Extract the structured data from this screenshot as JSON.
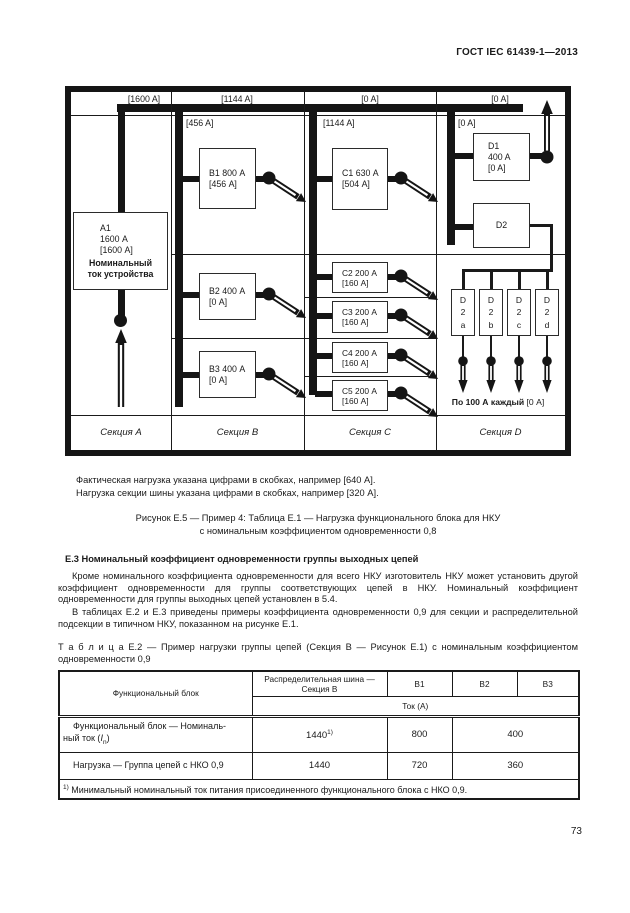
{
  "header": {
    "title": "ГОСТ IEC 61439-1—2013"
  },
  "diagram": {
    "top_labels": {
      "a": "[1600 A]",
      "b": "[1144 A]",
      "c": "[0 A]",
      "d": "[0 A]"
    },
    "sub_labels": {
      "b": "[456 A]",
      "c": "[1144 A]",
      "d": "[0 A]"
    },
    "incomer": {
      "id": "А1",
      "rating": "1600 А",
      "load": "[1600 А]",
      "note1": "Номинальный",
      "note2": "ток устройства"
    },
    "b1": {
      "title": "В1 800 А",
      "load": "[456 А]"
    },
    "b2": {
      "title": "В2 400 А",
      "load": "[0 А]"
    },
    "b3": {
      "title": "В3 400 А",
      "load": "[0 А]"
    },
    "c1": {
      "title": "С1 630 А",
      "load": "[504 А]"
    },
    "c2": {
      "title": "С2 200 А",
      "load": "[160 А]"
    },
    "c3": {
      "title": "С3 200 А",
      "load": "[160 А]"
    },
    "c4": {
      "title": "С4 200 А",
      "load": "[160 А]"
    },
    "c5": {
      "title": "С5 200 А",
      "load": "[160 А]"
    },
    "d1": {
      "l1": "D1",
      "l2": "400 A",
      "l3": "[0 A]"
    },
    "d2": {
      "label": "D2"
    },
    "d2a": {
      "c0": "D",
      "c1": "2",
      "c2": "a"
    },
    "d2b": {
      "c0": "D",
      "c1": "2",
      "c2": "b"
    },
    "d2c": {
      "c0": "D",
      "c1": "2",
      "c2": "c"
    },
    "d2d": {
      "c0": "D",
      "c1": "2",
      "c2": "d"
    },
    "outputs_note_bold": "По 100 А каждый",
    "outputs_note_normal": " [0 A]",
    "sections": {
      "a": "Секция А",
      "b": "Секция В",
      "c": "Секция С",
      "d": "Секция D"
    }
  },
  "figure": {
    "note1": "Фактическая нагрузка указана цифрами в скобках, например [640 А].",
    "note2": "Нагрузка секции шины указана цифрами в скобках, например [320 А].",
    "caption_line1": "Рисунок Е.5 — Пример 4: Таблица Е.1 — Нагрузка функционального блока для НКУ",
    "caption_line2": "с номинальным коэффициентом одновременности 0,8"
  },
  "section_e3": {
    "heading": "Е.3 Номинальный коэффициент одновременности группы выходных цепей",
    "para1": "Кроме номинального коэффициента одновременности для всего НКУ изготовитель НКУ может установить другой коэффициент одновременности для группы соответствующих цепей в НКУ. Номинальный коэффициент одновременности для группы выходных цепей установлен в 5.4.",
    "para2": "В таблицах Е.2 и Е.3 приведены примеры коэффициента одновременности 0,9 для секции и распределительной подсекции в типичном НКУ, показанном на рисунке Е.1."
  },
  "table_e2": {
    "caption": "Т а б л и ц а Е.2 — Пример нагрузки группы цепей (Секция В — Рисунок Е.1) с номинальным коэффициентом одновременности 0,9",
    "header": {
      "col1": "Функциональный блок",
      "col2_line1": "Распределительная шина —",
      "col2_line2": "Секция В",
      "col3": "В1",
      "col4": "В2",
      "col5": "В3",
      "units": "Ток (А)"
    },
    "row1": {
      "label_line1": "Функциональный блок — Номиналь-",
      "label_line2_pre": "ный ток (",
      "symbol": "I",
      "symbol_sub": "n",
      "label_close": ")",
      "bus": "1440",
      "bus_sup": "1)",
      "b1": "800",
      "b2b3": "400"
    },
    "row2": {
      "label": "Нагрузка — Группа цепей с НКО 0,9",
      "bus": "1440",
      "b1": "720",
      "b2b3": "360"
    },
    "footnote_sup": "1)",
    "footnote": " Минимальный номинальный ток питания присоединенного функционального блока с НКО 0,9."
  },
  "footer": {
    "page_number": "73"
  }
}
